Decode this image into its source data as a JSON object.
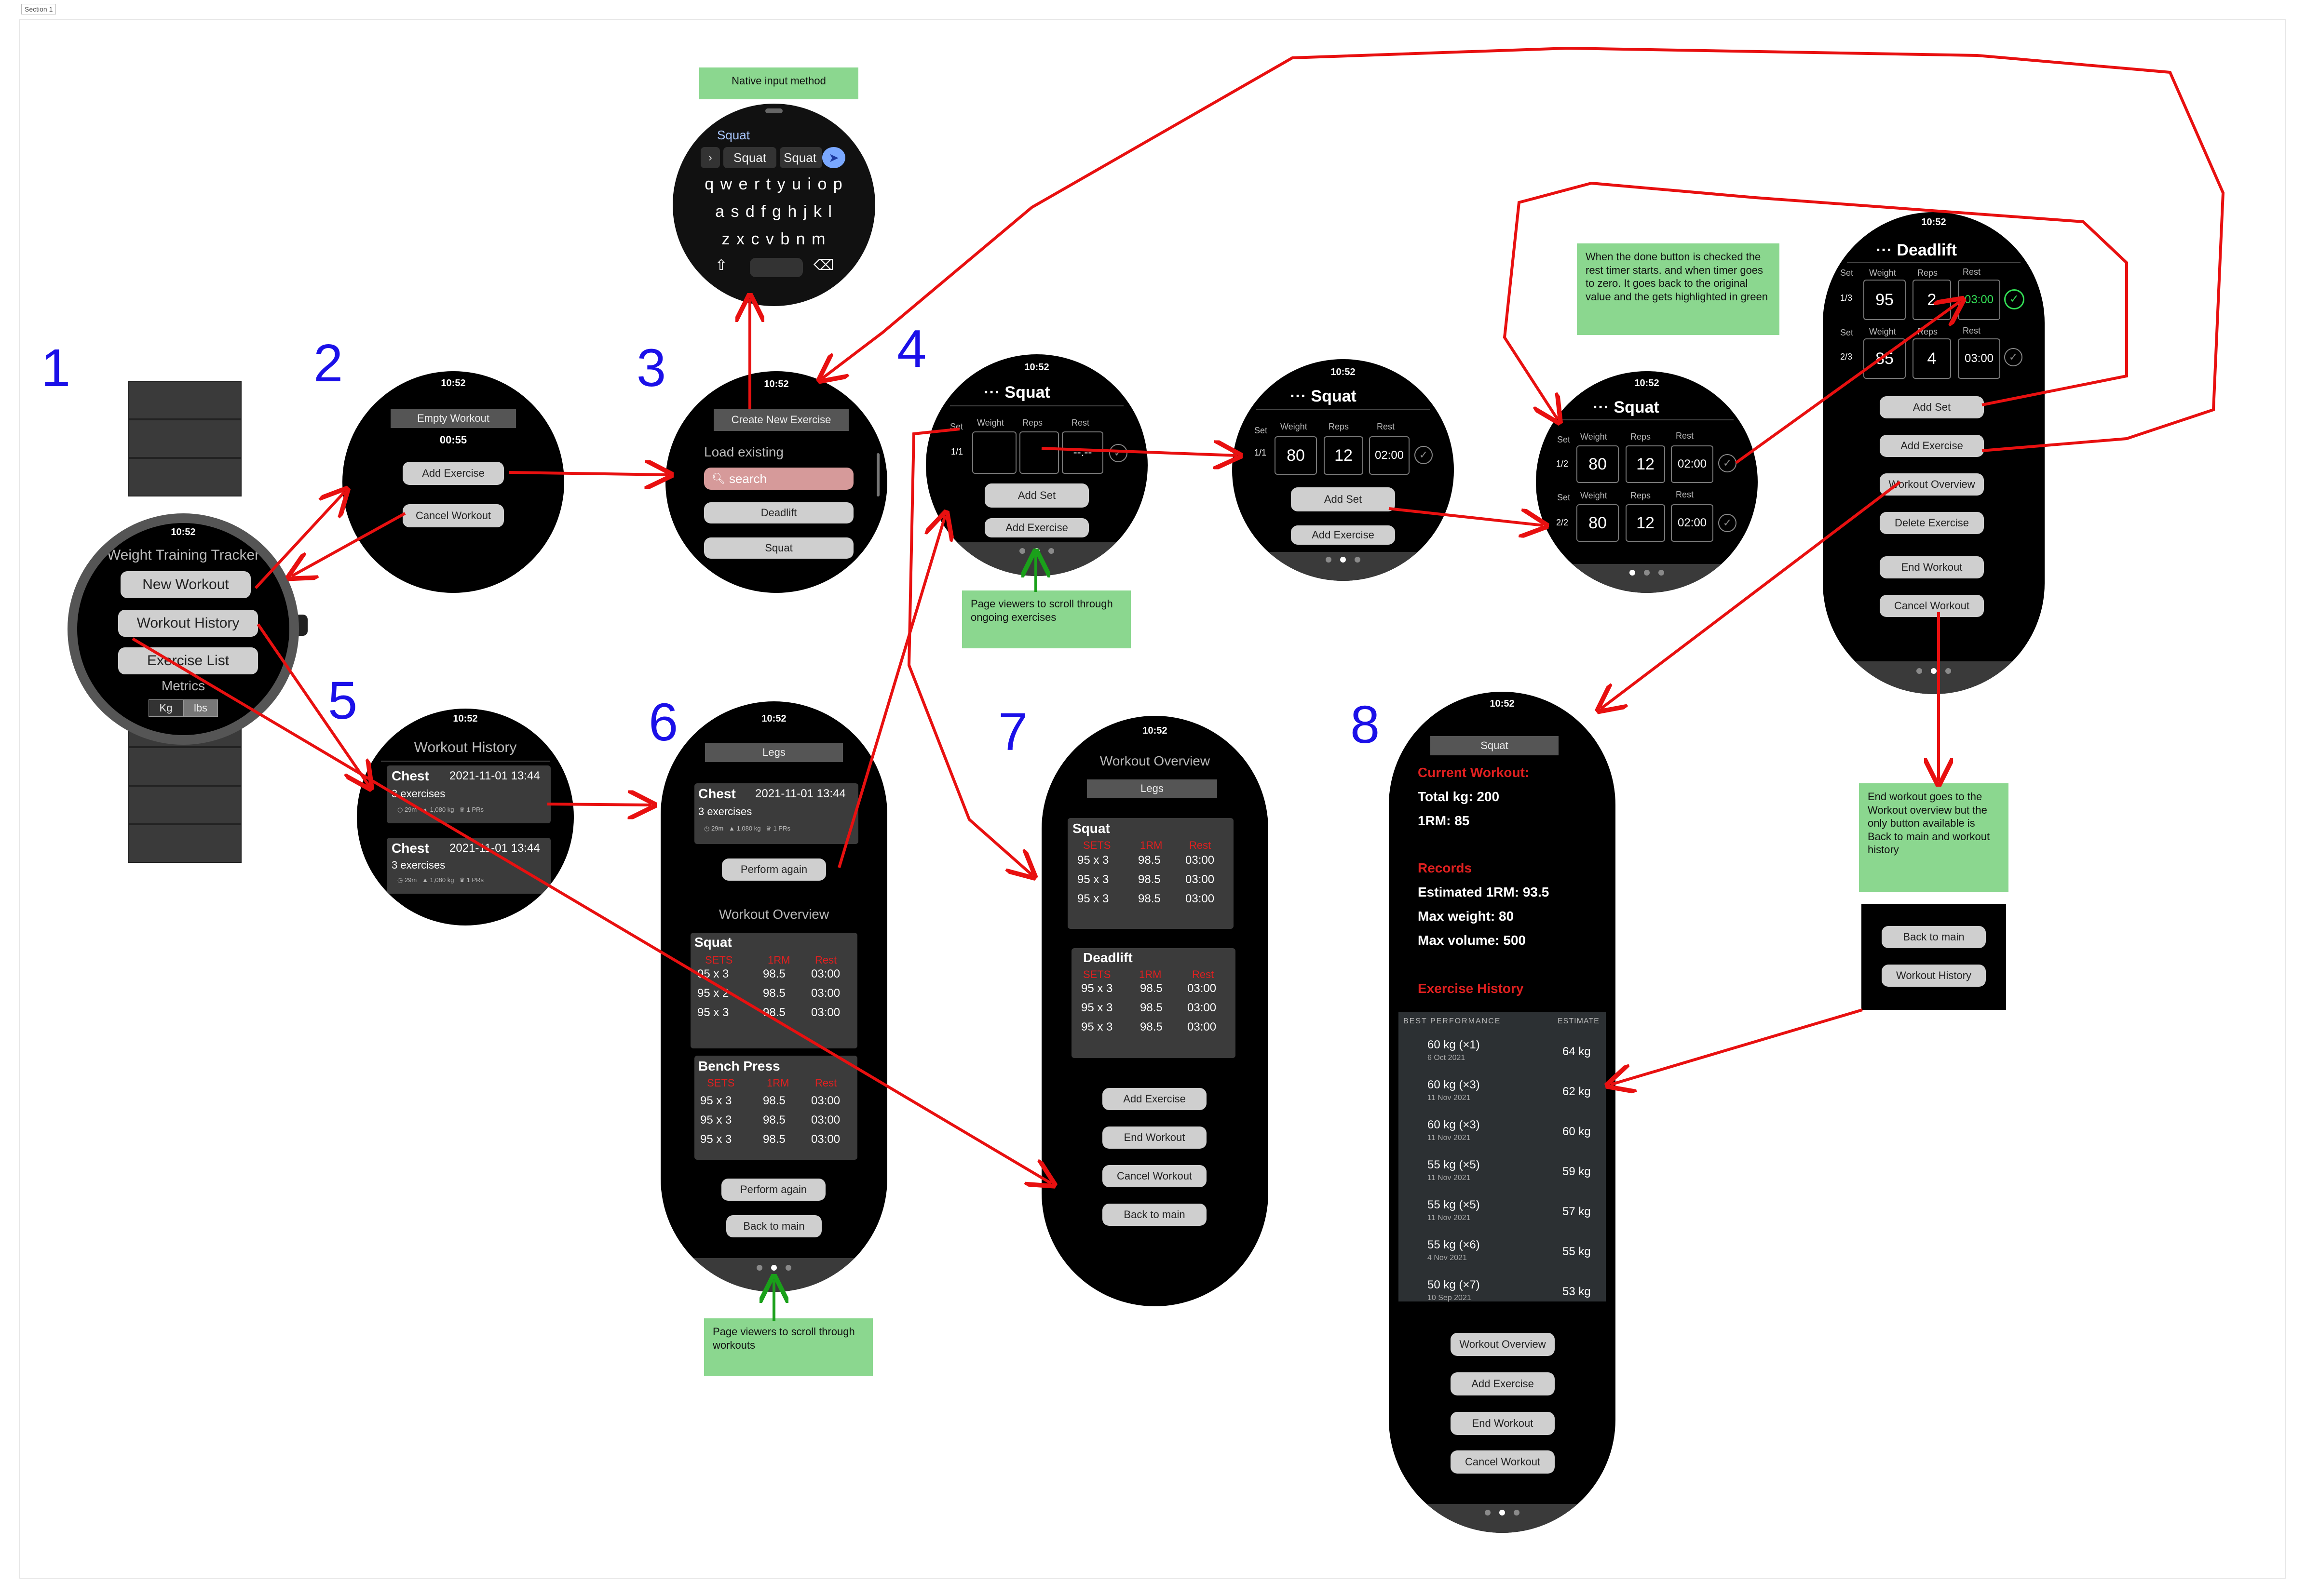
{
  "section_label": "Section 1",
  "step_numbers": [
    "1",
    "2",
    "3",
    "4",
    "5",
    "6",
    "7",
    "8"
  ],
  "time": "10:52",
  "colors": {
    "arrow": "#e81010",
    "green_arrow": "#1aa01a",
    "note_bg": "#8bd78f",
    "step_number": "#1b10e8",
    "rest_done": "#33dd55",
    "section_red": "#e02020"
  },
  "screen1": {
    "title": "Weight Training Tracker",
    "buttons": [
      "New Workout",
      "Workout History",
      "Exercise List"
    ],
    "metrics_label": "Metrics",
    "units": [
      "Kg",
      "lbs"
    ]
  },
  "screen2": {
    "title": "Empty Workout",
    "timer": "00:55",
    "buttons": [
      "Add Exercise",
      "Cancel Workout"
    ]
  },
  "keyboard": {
    "note": "Native input method",
    "typed": "Squat",
    "suggestions": [
      "Squat",
      "Squat"
    ],
    "rows": [
      "q w e r t y u i o p",
      "a s d f g h j k l",
      "z x c v b n m"
    ]
  },
  "screen3": {
    "create_button": "Create New Exercise",
    "load_existing": "Load existing",
    "search_placeholder": "search",
    "items": [
      "Deadlift",
      "Squat"
    ]
  },
  "screen4": {
    "title": "Squat",
    "col_set": "Set",
    "col_weight": "Weight",
    "col_reps": "Reps",
    "col_rest": "Rest",
    "set_label": "1/1",
    "rest_placeholder": "--:--",
    "add_set": "Add Set",
    "add_exercise": "Add Exercise",
    "note": "Page viewers to scroll through ongoing exercises"
  },
  "screen4b": {
    "title": "Squat",
    "set_label": "1/1",
    "weight": "80",
    "reps": "12",
    "rest": "02:00",
    "add_set": "Add Set",
    "add_exercise": "Add Exercise"
  },
  "screen4c": {
    "title": "Squat",
    "note": "When the done button is checked the rest timer starts. and when timer goes to zero. It goes back to the original value and the gets highlighted in green",
    "rows": [
      {
        "set": "1/2",
        "weight": "80",
        "reps": "12",
        "rest": "02:00"
      },
      {
        "set": "2/2",
        "weight": "80",
        "reps": "12",
        "rest": "02:00"
      }
    ]
  },
  "screen_deadlift": {
    "title": "Deadlift",
    "rows": [
      {
        "set": "1/3",
        "weight": "95",
        "reps": "2",
        "rest": "03:00"
      },
      {
        "set": "2/3",
        "weight": "85",
        "reps": "4",
        "rest": "03:00"
      }
    ],
    "buttons": [
      "Add Set",
      "Add Exercise",
      "Workout Overview",
      "Delete Exercise",
      "End Workout",
      "Cancel Workout"
    ]
  },
  "end_note": {
    "text": "End workout goes to the Workout overview but the only button available is Back to main and workout history",
    "buttons": [
      "Back to main",
      "Workout History"
    ]
  },
  "screen5": {
    "title": "Workout History",
    "cards": [
      {
        "name": "Chest",
        "date": "2021-11-01 13:44",
        "exercises": "3 exercises",
        "duration": "29m",
        "volume": "1,080 kg",
        "prs": "1 PRs"
      },
      {
        "name": "Chest",
        "date": "2021-11-01 13:44",
        "exercises": "3 exercises",
        "duration": "29m",
        "volume": "1,080 kg",
        "prs": "1 PRs"
      }
    ]
  },
  "screen6": {
    "header": "Legs",
    "card": {
      "name": "Chest",
      "date": "2021-11-01 13:44",
      "exercises": "3 exercises",
      "duration": "29m",
      "volume": "1,080 kg",
      "prs": "1 PRs"
    },
    "perform_again": "Perform again",
    "overview_title": "Workout Overview",
    "col_sets": "SETS",
    "col_1rm": "1RM",
    "col_rest": "Rest",
    "exercises": [
      {
        "name": "Squat",
        "rows": [
          [
            "95 x 3",
            "98.5",
            "03:00"
          ],
          [
            "95 x 2",
            "98.5",
            "03:00"
          ],
          [
            "95 x 3",
            "98.5",
            "03:00"
          ]
        ]
      },
      {
        "name": "Bench Press",
        "rows": [
          [
            "95 x 3",
            "98.5",
            "03:00"
          ],
          [
            "95 x 3",
            "98.5",
            "03:00"
          ],
          [
            "95 x 3",
            "98.5",
            "03:00"
          ]
        ]
      }
    ],
    "buttons": [
      "Perform again",
      "Back to main"
    ],
    "note": "Page viewers to scroll through workouts"
  },
  "screen7": {
    "title": "Workout Overview",
    "header": "Legs",
    "exercises": [
      {
        "name": "Squat",
        "rows": [
          [
            "95 x 3",
            "98.5",
            "03:00"
          ],
          [
            "95 x 3",
            "98.5",
            "03:00"
          ],
          [
            "95 x 3",
            "98.5",
            "03:00"
          ]
        ]
      },
      {
        "name": "Deadlift",
        "rows": [
          [
            "95 x 3",
            "98.5",
            "03:00"
          ],
          [
            "95 x 3",
            "98.5",
            "03:00"
          ],
          [
            "95 x 3",
            "98.5",
            "03:00"
          ]
        ]
      }
    ],
    "buttons": [
      "Add Exercise",
      "End Workout",
      "Cancel Workout",
      "Back to main"
    ]
  },
  "screen8": {
    "header": "Squat",
    "current_workout": "Current Workout:",
    "total": "Total kg: 200",
    "one_rm": "1RM: 85",
    "records": "Records",
    "est_1rm": "Estimated 1RM: 93.5",
    "max_weight": "Max weight: 80",
    "max_volume": "Max volume: 500",
    "history_title": "Exercise History",
    "col_best": "BEST PERFORMANCE",
    "col_est": "ESTIMATE",
    "history": [
      {
        "perf": "60 kg (×1)",
        "date": "6 Oct 2021",
        "est": "64 kg"
      },
      {
        "perf": "60 kg (×3)",
        "date": "11 Nov 2021",
        "est": "62 kg"
      },
      {
        "perf": "60 kg (×3)",
        "date": "11 Nov 2021",
        "est": "60 kg"
      },
      {
        "perf": "55 kg (×5)",
        "date": "11 Nov 2021",
        "est": "59 kg"
      },
      {
        "perf": "55 kg (×5)",
        "date": "11 Nov 2021",
        "est": "57 kg"
      },
      {
        "perf": "55 kg (×6)",
        "date": "4 Nov 2021",
        "est": "55 kg"
      },
      {
        "perf": "50 kg (×7)",
        "date": "10 Sep 2021",
        "est": "53 kg"
      }
    ],
    "buttons": [
      "Workout Overview",
      "Add Exercise",
      "End Workout",
      "Cancel Workout"
    ]
  }
}
